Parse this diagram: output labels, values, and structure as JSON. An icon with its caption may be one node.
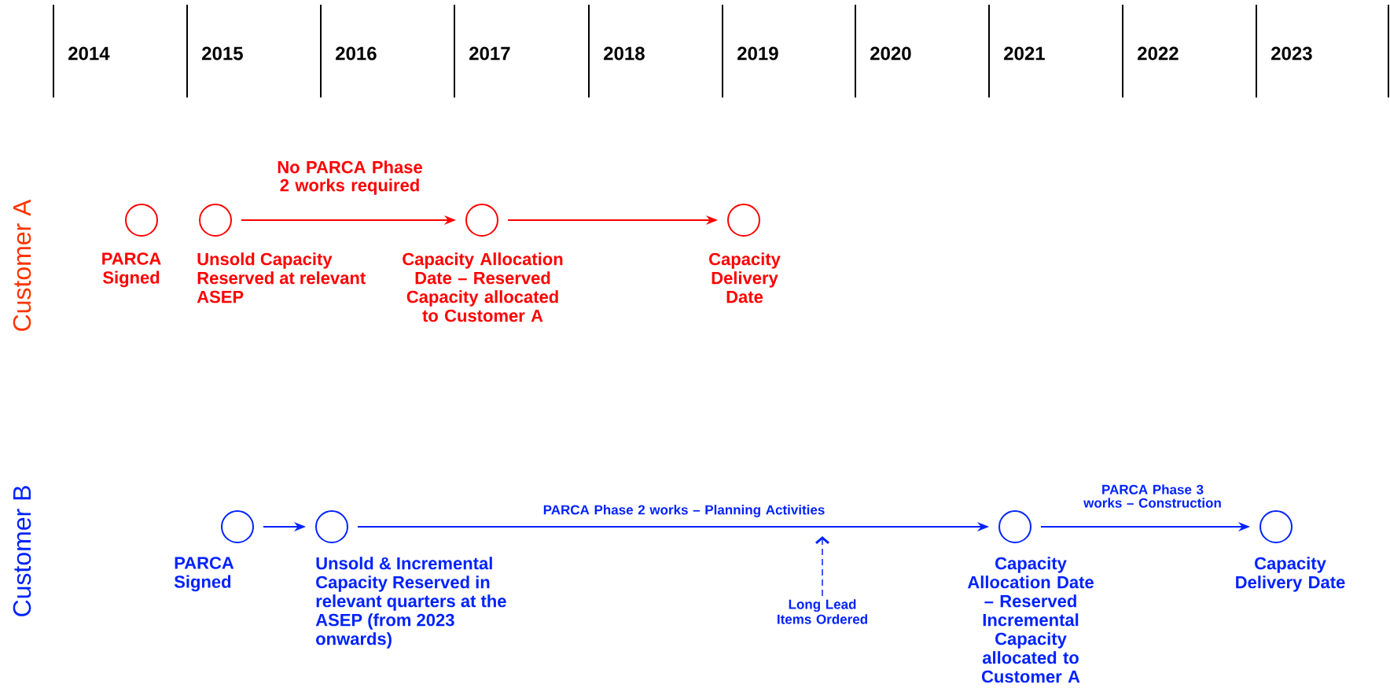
{
  "diagram": {
    "nodes": [
      {
        "text": [
          "PARCA Signed"
        ]
      },
      {
        "text": [
          "Unsold Capacity Reserved at relevant ASEP"
        ]
      },
      {
        "text": [
          "Capacity Allocation Date – Reserved Capacity allocated to Customer A"
        ]
      },
      {
        "text": [
          "Capacity Delivery Date"
        ]
      },
      {
        "text": [
          "PARCA Signed"
        ]
      },
      {
        "text": [
          "Unsold & Incremental Capacity Reserved in relevant quarters at the ASEP (from 2023 onwards)"
        ]
      },
      {
        "text": [
          "Capacity Allocation Date – Reserved Incremental Capacity allocated to Customer A"
        ]
      },
      {
        "text": [
          "Capacity Delivery Date"
        ]
      },
      {
        "text": [
          "Long Lead Items Ordered"
        ]
      }
    ],
    "edges": [
      {
        "from": 1,
        "to": 2,
        "arrow": "to",
        "label": "No PARCA Phase 2 works required",
        "color": "#ff0000"
      },
      {
        "from": 2,
        "to": 3,
        "arrow": "to",
        "color": "#ff0000"
      },
      {
        "from": 4,
        "to": 5,
        "arrow": "to",
        "color": "#0022ff"
      },
      {
        "from": 5,
        "to": 6,
        "arrow": "to",
        "label": "PARCA Phase 2 works – Planning Activities",
        "color": "#0022ff"
      },
      {
        "from": 6,
        "to": 7,
        "arrow": "to",
        "label": "PARCA Phase 3 works – Construction",
        "color": "#0022ff"
      },
      {
        "from": 8,
        "to": null,
        "arrow": "to",
        "style": "dashed",
        "color": "#0022ff"
      }
    ],
    "labels": [
      "2014",
      "2015",
      "2016",
      "2017",
      "2018",
      "2019",
      "2020",
      "2021",
      "2022",
      "2023",
      "Customer A",
      "Customer B"
    ]
  }
}
